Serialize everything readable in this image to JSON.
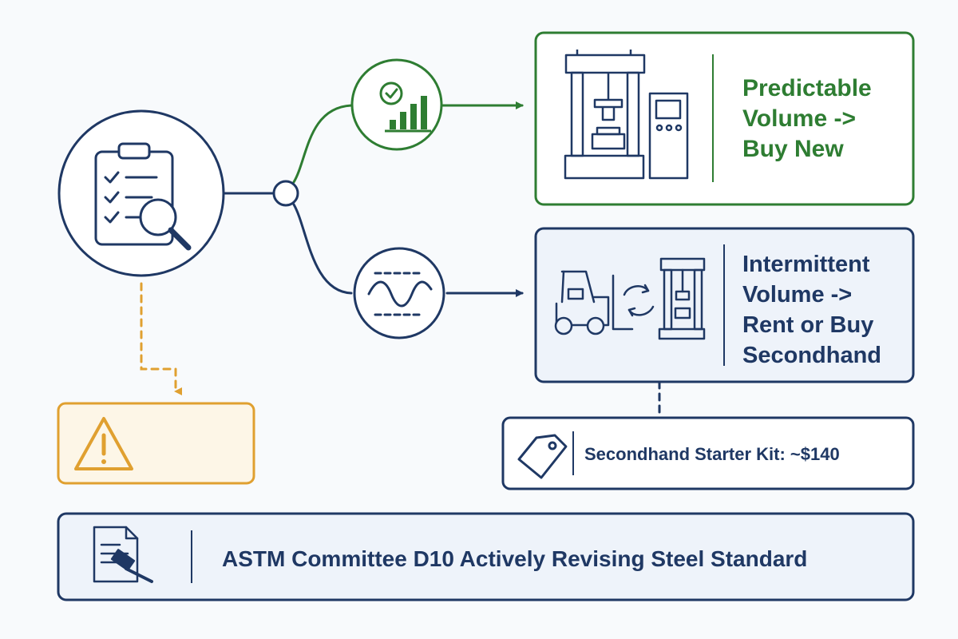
{
  "outcomes": {
    "buy_new": {
      "line1": "Predictable",
      "line2": "Volume ->",
      "line3": "Buy New"
    },
    "rent_or_secondhand": {
      "line1": "Intermittent",
      "line2": "Volume ->",
      "line3": "Rent or Buy",
      "line4": "Secondhand"
    }
  },
  "kit": {
    "label": "Secondhand Starter Kit: ~$140"
  },
  "banner": {
    "label": "ASTM Committee D10 Actively Revising Steel Standard"
  },
  "colors": {
    "green": "#2e7d32",
    "navy": "#1f3864",
    "amber": "#e0a030",
    "box_fill": "#eef3fa",
    "warning_fill": "#fdf6e7"
  },
  "icons": {
    "assessment": "clipboard-magnifier-icon",
    "predictable": "check-bar-chart-icon",
    "intermittent": "wave-icon",
    "buy_new": "testing-machine-icon",
    "rent": "forklift-swap-machine-icon",
    "warning": "warning-icon",
    "price": "price-tag-icon",
    "standard": "document-gavel-icon"
  }
}
